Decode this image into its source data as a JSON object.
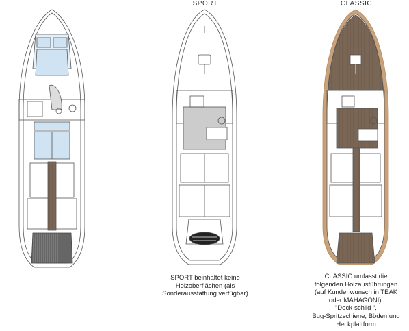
{
  "variants": {
    "sport": {
      "label": "SPORT",
      "caption": [
        "SPORT beinhaltet keine",
        "Holzoberflächen (als",
        "Sonderausstattung verfügbar)"
      ]
    },
    "classic": {
      "label": "CLASSIC",
      "caption": [
        "CLASSIC umfasst die",
        "folgenden Holzausführungen",
        "(auf Kundenwunsch in TEAK",
        "oder MAHAGONI):",
        "“Deck-schild “,",
        "Bug-Spritzschiene, Böden und",
        "Heckplattform"
      ]
    }
  },
  "colors": {
    "outline": "#555555",
    "cushion": "#cfe3f3",
    "deck_grey": "#cccccc",
    "teak": "#7a6655",
    "teak_rim": "#c9a27a",
    "platform": "#444444"
  }
}
